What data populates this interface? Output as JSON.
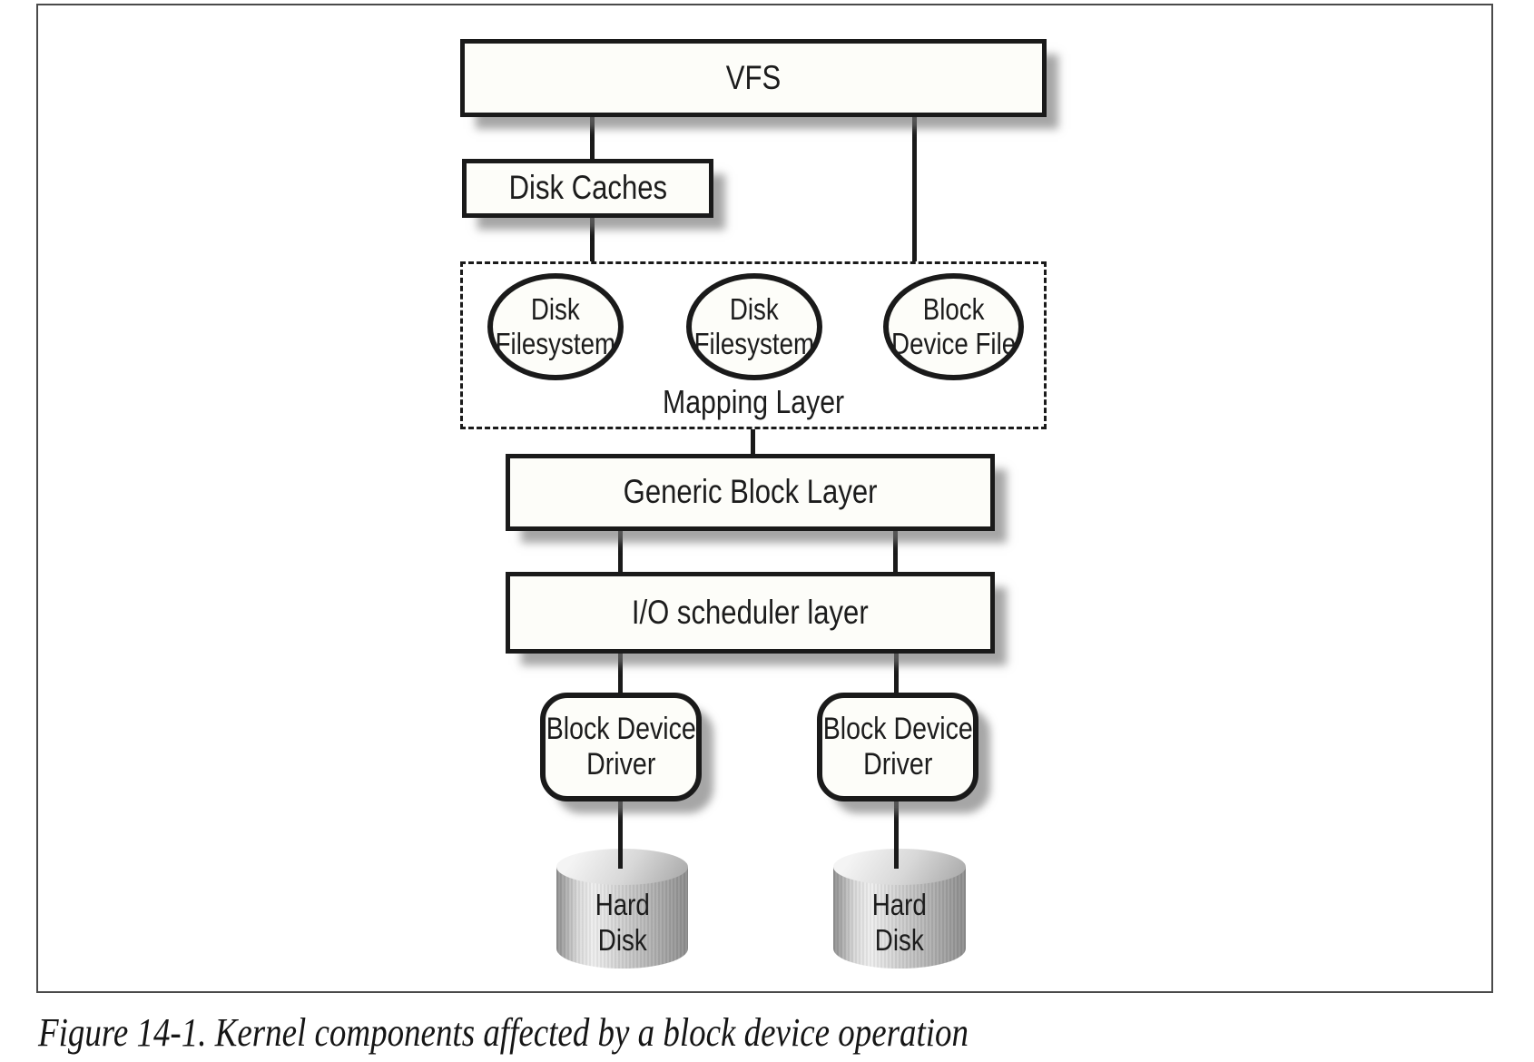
{
  "caption": "Figure 14-1. Kernel components affected by a block device operation",
  "nodes": {
    "vfs": {
      "label": "VFS"
    },
    "disk_caches": {
      "label": "Disk Caches"
    },
    "mapping_layer": {
      "label": "Mapping Layer"
    },
    "disk_filesystem_1": {
      "line1": "Disk",
      "line2": "Filesystem"
    },
    "disk_filesystem_2": {
      "line1": "Disk",
      "line2": "Filesystem"
    },
    "block_device_file": {
      "line1": "Block",
      "line2": "Device File"
    },
    "generic_block_layer": {
      "label": "Generic Block Layer"
    },
    "io_scheduler_layer": {
      "label": "I/O scheduler layer"
    },
    "block_device_driver_1": {
      "line1": "Block Device",
      "line2": "Driver"
    },
    "block_device_driver_2": {
      "line1": "Block Device",
      "line2": "Driver"
    },
    "hard_disk_1": {
      "line1": "Hard",
      "line2": "Disk"
    },
    "hard_disk_2": {
      "line1": "Hard",
      "line2": "Disk"
    }
  },
  "colors": {
    "border": "#1a1a1a",
    "fill": "#fdfdf9",
    "text": "#1c1c1c",
    "frame": "#4a4a4a"
  }
}
